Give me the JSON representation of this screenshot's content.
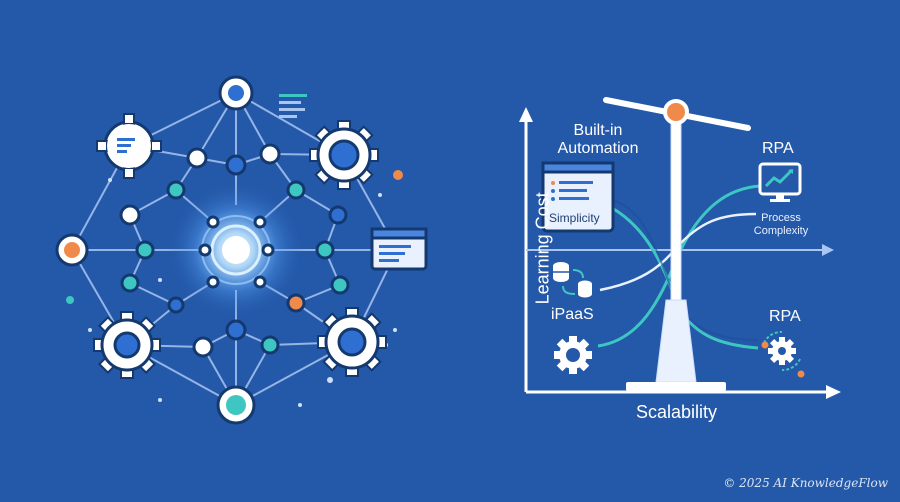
{
  "right_diagram": {
    "y_axis_label": "Learning Cost",
    "x_axis_label": "Scalability",
    "top_left_label": "Built-in\nAutomation",
    "top_left_label_line1": "Built-in",
    "top_left_label_line2": "Automation",
    "card_label": "Simplicity",
    "top_right_label": "RPA",
    "process_label_line1": "Process",
    "process_label_line2": "Complexity",
    "bottom_left_label": "iPaaS",
    "bottom_right_label": "RPA"
  },
  "footer": {
    "copyright": "© 2025 AI KnowledgeFlow"
  },
  "colors": {
    "background": "#2458a8",
    "node_teal": "#3ec7c2",
    "node_orange": "#f08a4b",
    "node_blue": "#2f6fd1",
    "line_light": "#a9c6f2",
    "card_bg": "#e9f1ff"
  },
  "icons": [
    "gear-icon",
    "document-icon",
    "browser-window-icon",
    "database-icon",
    "monitor-chart-icon",
    "balance-scale-icon"
  ]
}
